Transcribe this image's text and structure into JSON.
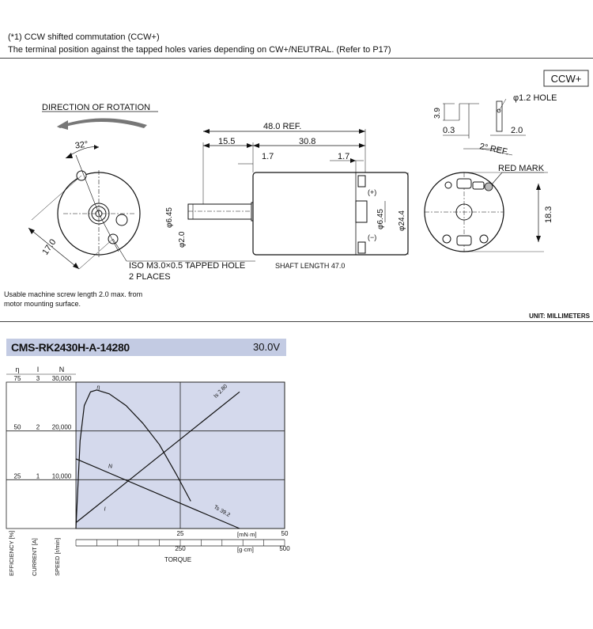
{
  "header": {
    "line1": "(*1) CCW shifted commutation (CCW+)",
    "line2": "The terminal position against the tapped holes varies depending on CW+/NEUTRAL. (Refer to P17)"
  },
  "drawing": {
    "badge": "CCW+",
    "direction_label": "DIRECTION OF ROTATION",
    "angle_32": "32°",
    "dim_17": "17.0",
    "tapped_hole": "ISO M3.0×0.5 TAPPED HOLE",
    "places": "2 PLACES",
    "dim_48": "48.0 REF.",
    "dim_15_5": "15.5",
    "dim_30_8": "30.8",
    "dim_1_7a": "1.7",
    "dim_1_7b": "1.7",
    "dim_phi6_45a": "φ6.45",
    "dim_phi2": "φ2.0",
    "dim_phi6_45b": "φ6.45",
    "dim_phi24_4": "φ24.4",
    "plus": "(+)",
    "minus": "(−)",
    "shaft_length": "SHAFT LENGTH  47.0",
    "dim_3_9": "3.9",
    "dim_0_3": "0.3",
    "hole": "φ1.2 HOLE",
    "dim_2_0": "2.0",
    "ref_2deg": "2° REF.",
    "red_mark": "RED MARK",
    "dim_18_3": "18.3",
    "screw_note_1": "Usable machine screw length 2.0 max. from",
    "screw_note_2": "motor mounting surface.",
    "unit": "UNIT: MILLIMETERS"
  },
  "model": {
    "name": "CMS-RK2430H-A-14280",
    "voltage": "30.0V"
  },
  "chart_data": {
    "type": "line",
    "title": "",
    "xlabel": "TORQUE",
    "x_units": [
      "[mN·m]",
      "[g·cm]"
    ],
    "x_ticks_mNm": [
      "25",
      "50"
    ],
    "x_ticks_gcm": [
      "250",
      "500"
    ],
    "xlim_mNm": [
      0,
      50
    ],
    "y_axes": [
      {
        "symbol": "η",
        "label": "EFFICIENCY [%]",
        "ticks": [
          "75",
          "50",
          "25"
        ],
        "range": [
          0,
          75
        ]
      },
      {
        "symbol": "I",
        "label": "CURRENT [A]",
        "ticks": [
          "3",
          "2",
          "1"
        ],
        "range": [
          0,
          3
        ]
      },
      {
        "symbol": "N",
        "label": "SPEED [r/min]",
        "ticks": [
          "30,000",
          "20,000",
          "10,000"
        ],
        "range": [
          0,
          30000
        ]
      }
    ],
    "grid": true,
    "series": [
      {
        "name": "η",
        "x": [
          0,
          1,
          2,
          3.5,
          5,
          8,
          12,
          16,
          20,
          24,
          27.5
        ],
        "y": [
          0,
          45,
          63,
          70,
          71,
          69,
          63,
          54,
          43,
          28,
          14
        ]
      },
      {
        "name": "N",
        "x": [
          0,
          39.2
        ],
        "y": [
          14280,
          0
        ]
      },
      {
        "name": "I",
        "x": [
          0,
          39.2
        ],
        "y": [
          0.12,
          2.8
        ]
      }
    ],
    "annotations": {
      "stall_current": "Is 2.80",
      "stall_torque": "Ts 39.2"
    }
  }
}
